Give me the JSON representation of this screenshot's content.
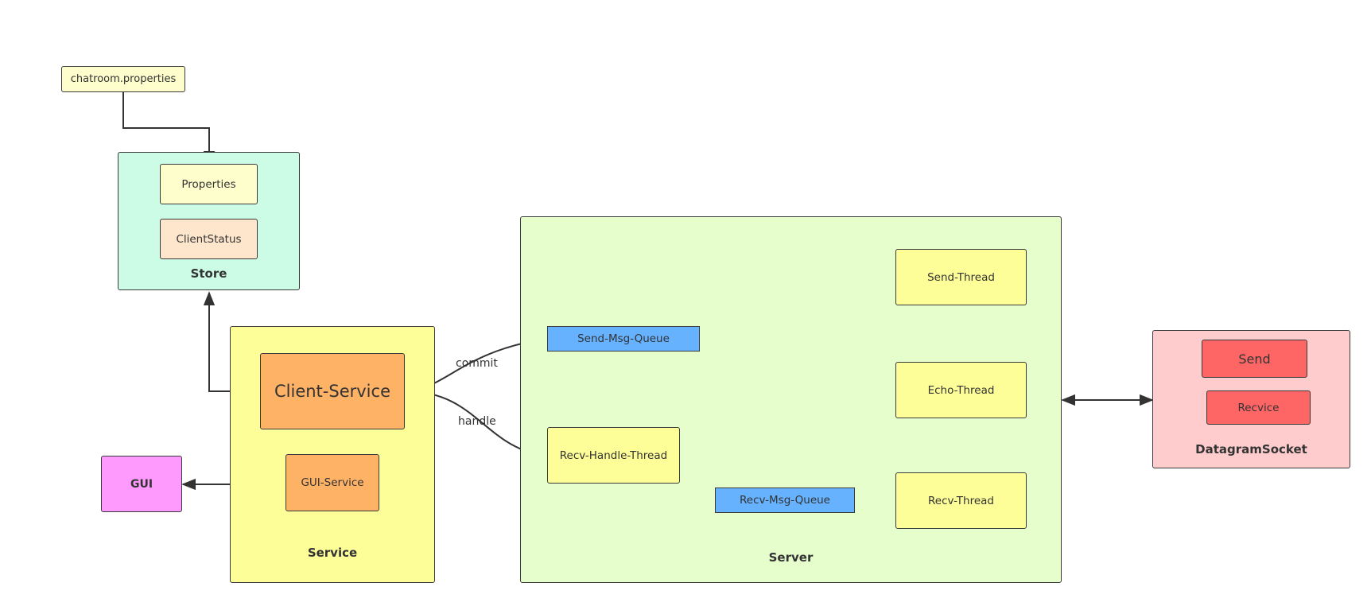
{
  "nodes": {
    "chatroom_properties": "chatroom.properties",
    "properties": "Properties",
    "client_status": "ClientStatus",
    "client_service": "Client-Service",
    "gui_service": "GUI-Service",
    "gui": "GUI",
    "send_msg_queue": "Send-Msg-Queue",
    "recv_handle_thread": "Recv-Handle-Thread",
    "recv_msg_queue": "Recv-Msg-Queue",
    "send_thread": "Send-Thread",
    "echo_thread": "Echo-Thread",
    "recv_thread": "Recv-Thread",
    "send": "Send",
    "recvice": "Recvice"
  },
  "groups": {
    "store": "Store",
    "service": "Service",
    "server": "Server",
    "datagram_socket": "DatagramSocket"
  },
  "edge_labels": {
    "commit": "commit",
    "handle": "handle"
  },
  "colors": {
    "store_bg": "#ccfce6",
    "service_bg": "#fefe99",
    "server_bg": "#e6fecc",
    "socket_bg": "#fecccc",
    "light_yellow": "#fefecc",
    "yellow": "#fefe99",
    "peach": "#fee6cc",
    "orange": "#feb266",
    "blue": "#66b2fe",
    "magenta": "#fe99fe",
    "red": "#fe6666"
  }
}
